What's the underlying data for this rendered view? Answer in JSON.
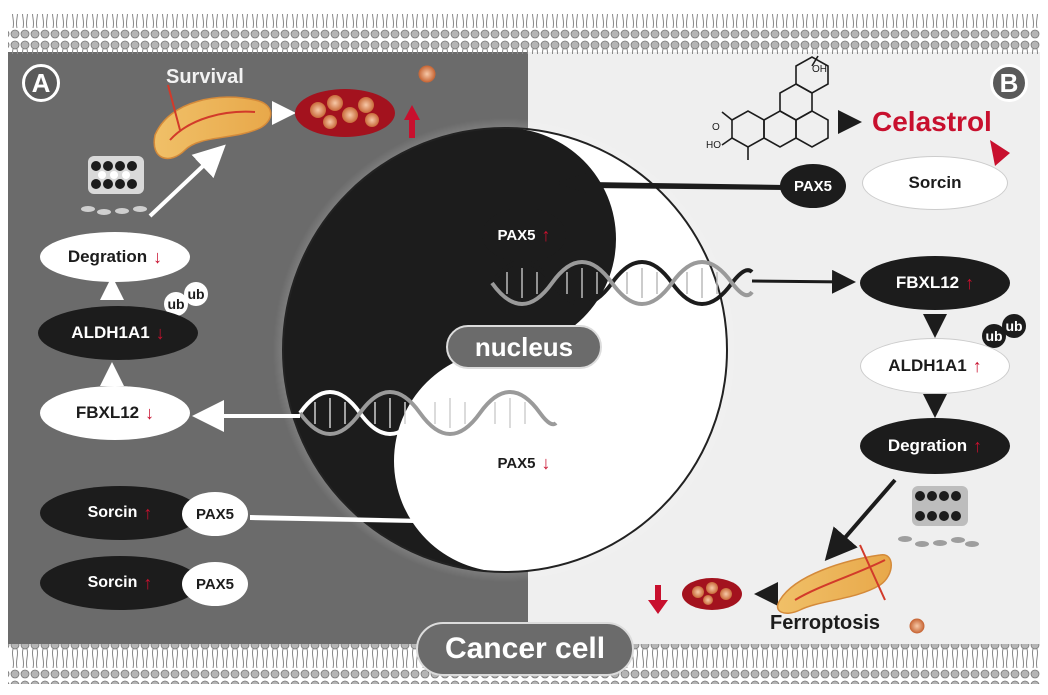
{
  "panels": {
    "left_badge": "A",
    "right_badge": "B"
  },
  "center": {
    "nucleus_label": "nucleus",
    "cancer_cell_label": "Cancer cell"
  },
  "left": {
    "survival_label": "Survival",
    "degration_label": "Degration",
    "aldh1a1_label": "ALDH1A1",
    "ub_label": "ub",
    "ub_label_2": "ub",
    "fbxl12_label": "FBXL12",
    "pax5_label": "PAX5",
    "sorcin_1_label": "Sorcin",
    "pax5_1_label": "PAX5",
    "sorcin_2_label": "Sorcin",
    "pax5_2_label": "PAX5"
  },
  "right": {
    "celastrol_label": "Celastrol",
    "cooh_label": "OH",
    "o_label": "O",
    "ho_label": "HO",
    "pax5_ext_label": "PAX5",
    "sorcin_label": "Sorcin",
    "pax5_nuc_label": "PAX5",
    "fbxl12_label": "FBXL12",
    "aldh1a1_label": "ALDH1A1",
    "ub_label": "ub",
    "ub_label_2": "ub",
    "degration_label": "Degration",
    "ferroptosis_label": "Ferroptosis"
  },
  "arrows": {
    "up": "↑",
    "down": "↓"
  },
  "colors": {
    "left_bg": "#6b6b6b",
    "right_bg": "#efefef",
    "dark": "#1c1c1c",
    "accent_red": "#c8102e",
    "membrane": "#9a9a9a"
  }
}
